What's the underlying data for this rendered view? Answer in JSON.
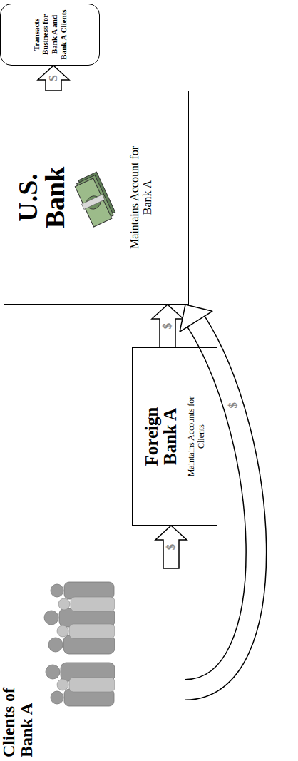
{
  "diagram": {
    "nodes": [
      {
        "text": [
          "Clients of Bank A"
        ]
      },
      {
        "text": [
          "Foreign Bank A",
          "Maintains Accounts for Clients"
        ]
      },
      {
        "text": [
          "U.S. Bank",
          "Maintains Account for Bank A"
        ]
      },
      {
        "text": [
          "Transacts Business for Bank A and Bank A Clients"
        ]
      }
    ],
    "edges": [
      {
        "from": 0,
        "to": 1,
        "arrow": "to",
        "label": "$"
      },
      {
        "from": 1,
        "to": 2,
        "arrow": "to",
        "label": "$"
      },
      {
        "from": 2,
        "to": 3,
        "arrow": "to",
        "label": "$"
      },
      {
        "from": 0,
        "to": 2,
        "arrow": "to",
        "label": "$"
      }
    ]
  }
}
